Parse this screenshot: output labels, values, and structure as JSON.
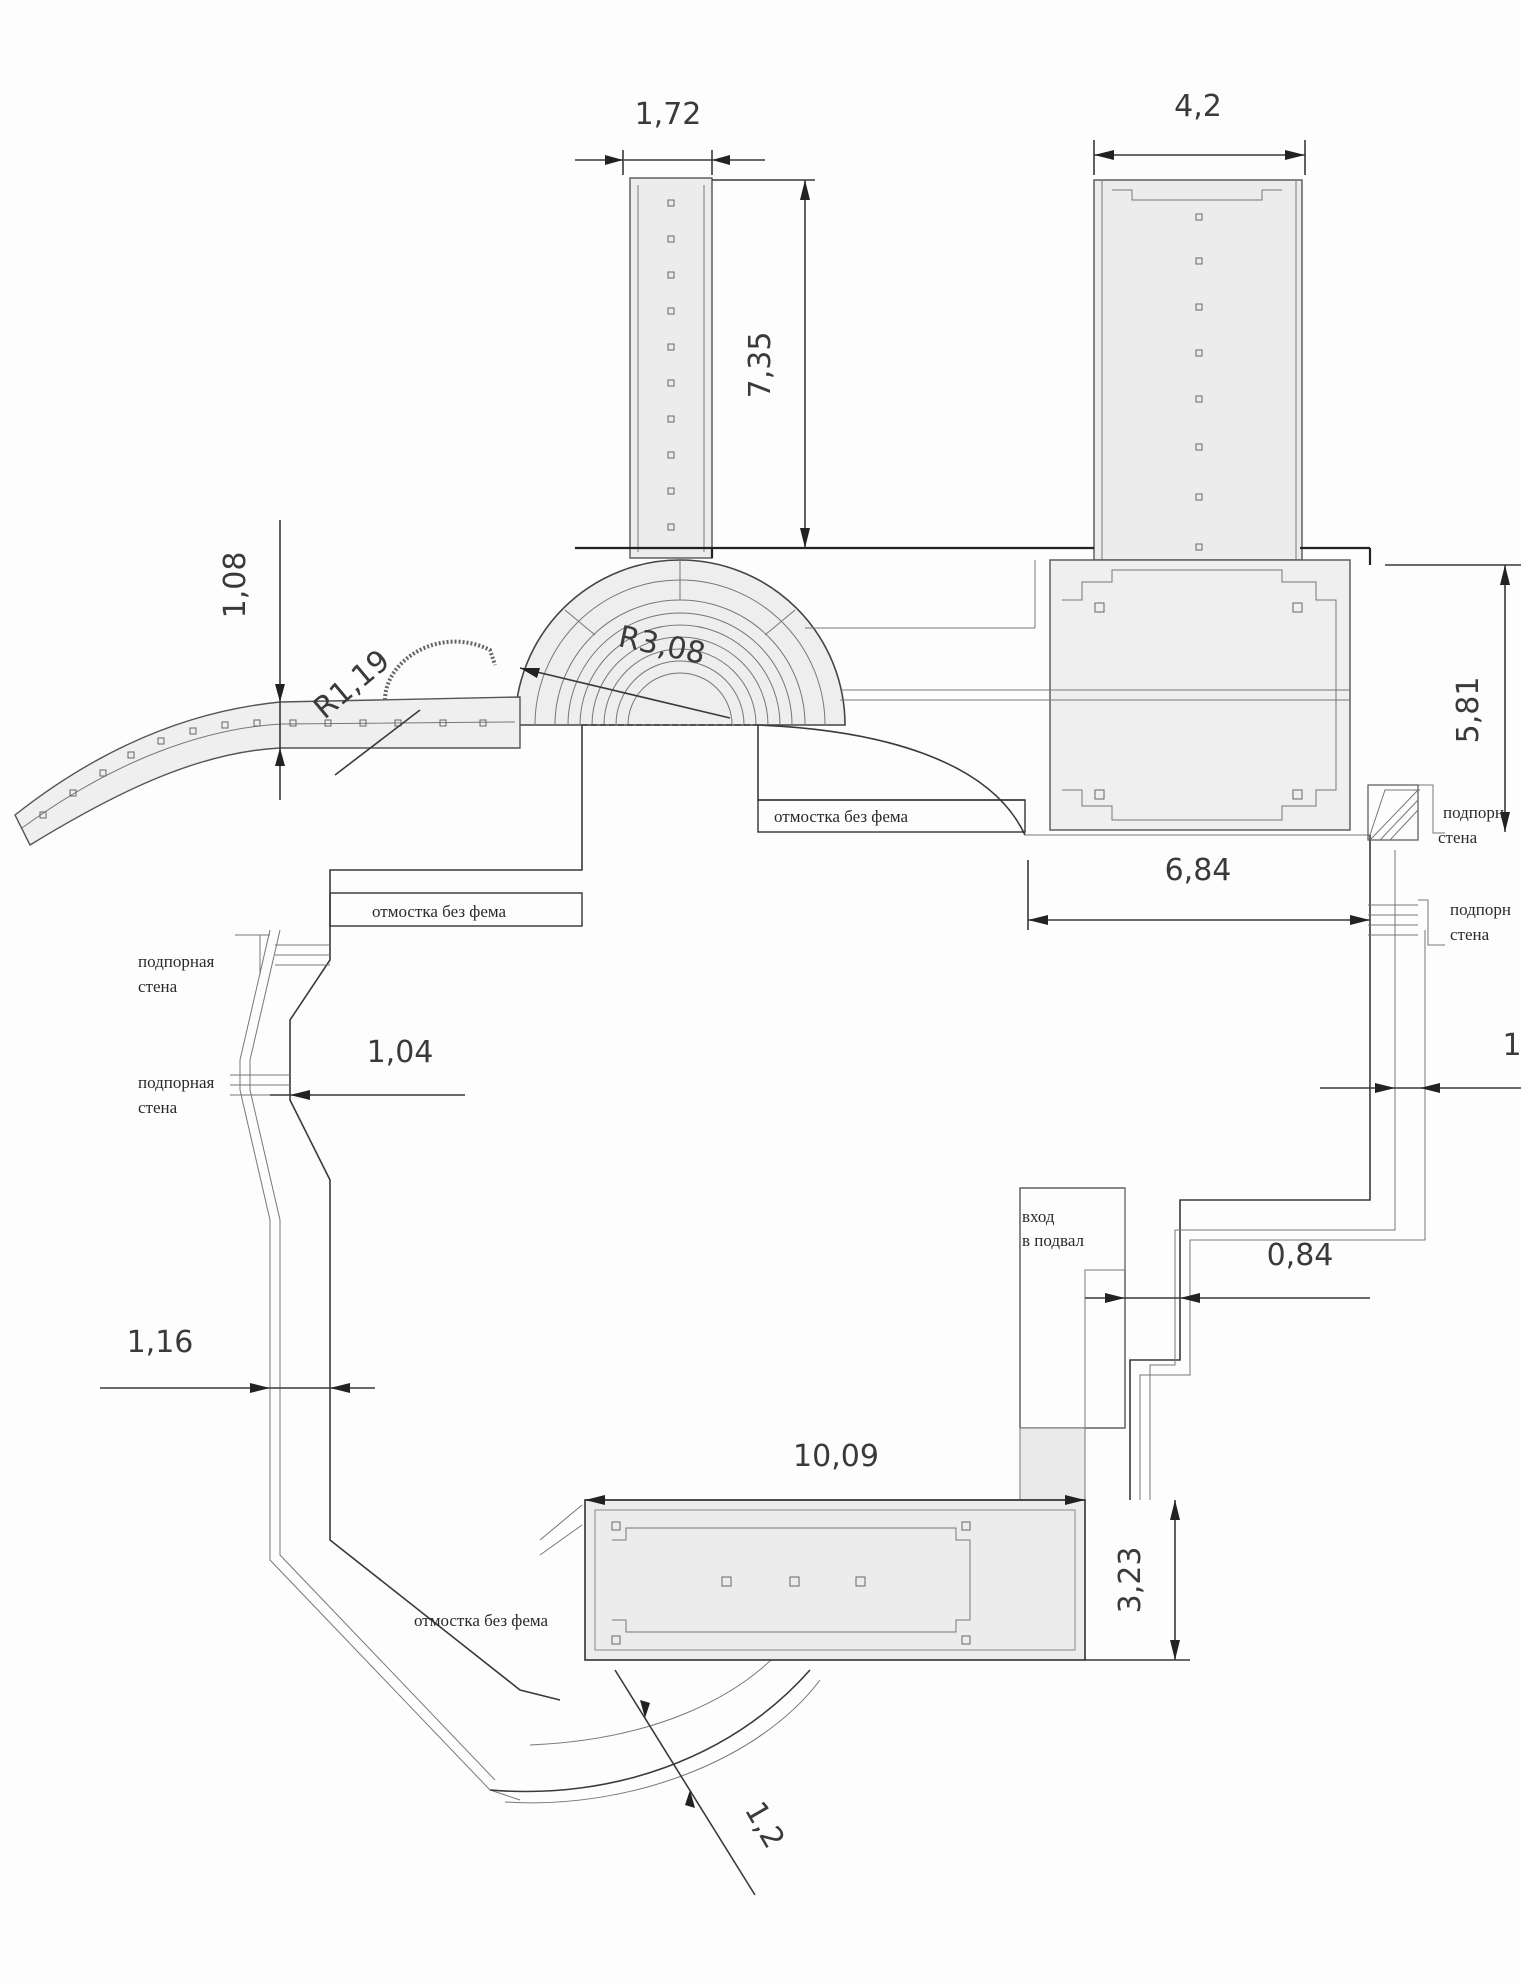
{
  "dimensions": {
    "path_width_top": "1,72",
    "path_width_right": "4,2",
    "path_length": "7,35",
    "width_left": "1,08",
    "radius_small": "R1,19",
    "radius_round": "R3,08",
    "height_right": "5,81",
    "length_right": "6,84",
    "width_mid_left": "1,04",
    "width_cut_right": "1",
    "width_step": "0,84",
    "width_lower_left": "1,16",
    "terrace_length": "10,09",
    "terrace_width": "3,23",
    "width_bottom": "1,2"
  },
  "notes": {
    "blind_area_1": "отмостка без фема",
    "blind_area_2": "отмостка без фема",
    "blind_area_3": "отмостка без фема",
    "retaining_wall_1_line1": "подпорная",
    "retaining_wall_1_line2": "стена",
    "retaining_wall_2_line1": "подпорная",
    "retaining_wall_2_line2": "стена",
    "retaining_wall_3_line1": "подпорн",
    "retaining_wall_3_line2": "стена",
    "retaining_wall_4_line1": "подпорн",
    "retaining_wall_4_line2": "стена",
    "basement_entry_line1": "вход",
    "basement_entry_line2": "в подвал"
  }
}
